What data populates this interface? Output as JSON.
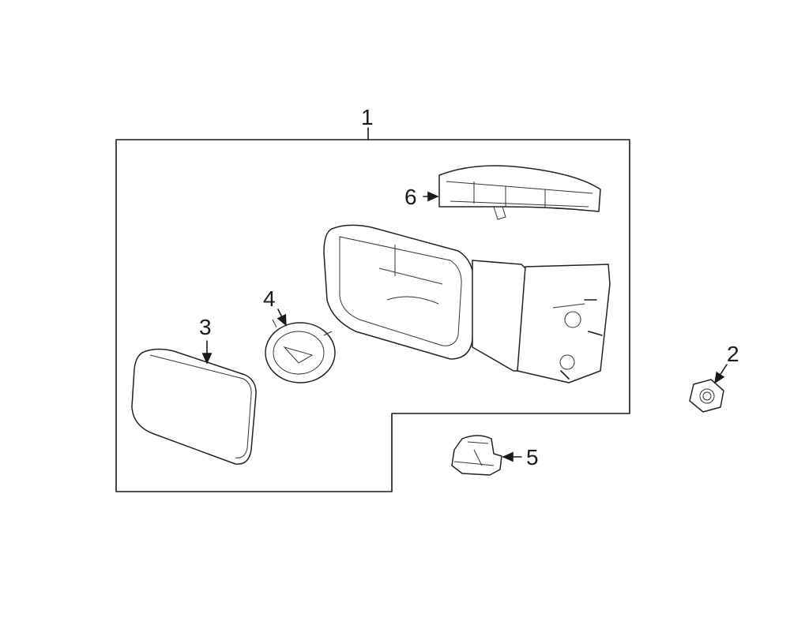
{
  "diagram": {
    "callouts": [
      {
        "id": "1",
        "label": "1",
        "part": "mirror-assembly"
      },
      {
        "id": "2",
        "label": "2",
        "part": "nut"
      },
      {
        "id": "3",
        "label": "3",
        "part": "mirror-glass"
      },
      {
        "id": "4",
        "label": "4",
        "part": "motor"
      },
      {
        "id": "5",
        "label": "5",
        "part": "bulb-socket"
      },
      {
        "id": "6",
        "label": "6",
        "part": "signal-lamp"
      }
    ]
  }
}
